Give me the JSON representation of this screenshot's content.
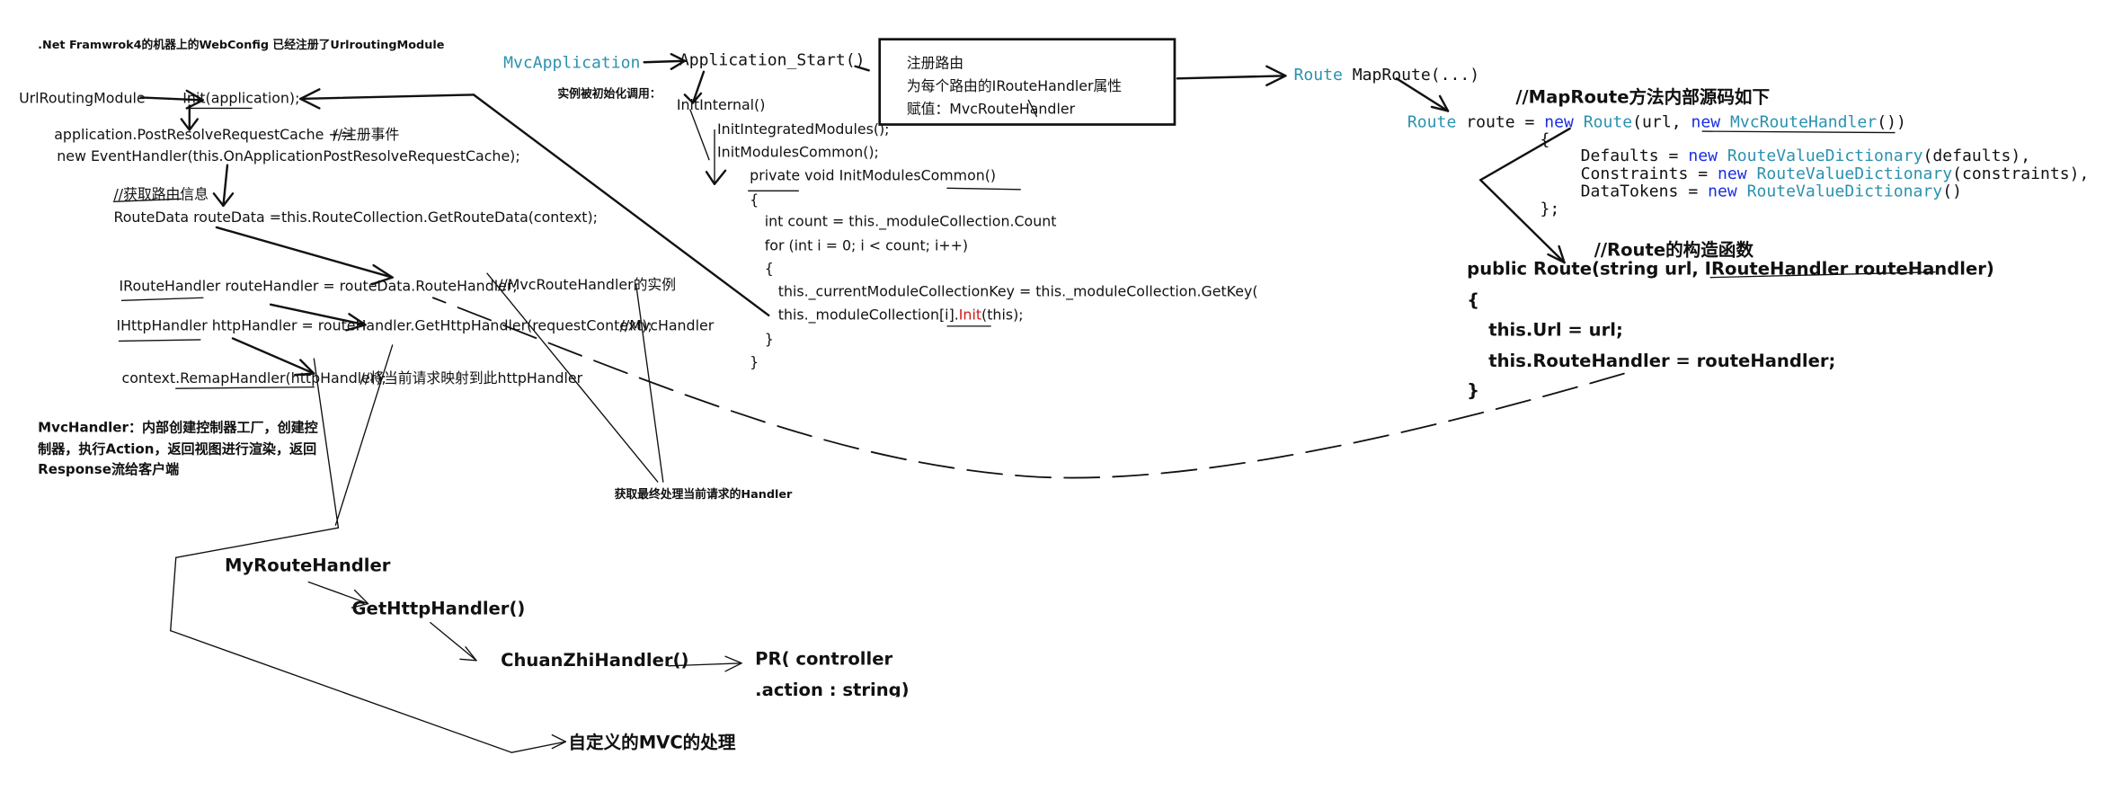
{
  "left": {
    "note_webconfig": ".Net Framwrok4的机器上的WebConfig 已经注册了UrlroutingModule",
    "urlroutingmodule": "UrlRoutingModule",
    "init_call": "Init(application);",
    "resolve_line": "application.PostResolveRequestCache +=",
    "register_comment": "//注册事件",
    "eventhandler_line": "new EventHandler(this.OnApplicationPostResolveRequestCache);",
    "get_route_comment": "//获取路由信息",
    "routedata_line": "RouteData routeData =this.RouteCollection.GetRouteData(context);",
    "routehandler_line": "IRouteHandler routeHandler = routeData.RouteHandler;",
    "routehandler_comment": "//MvcRouteHandler的实例",
    "httphandler_line": "IHttpHandler httpHandler = routeHandler.GetHttpHandler(requestContext);",
    "httphandler_comment": "//MvcHandler",
    "remap_line": "context.RemapHandler(httpHandler);",
    "remap_comment": "//将当前请求映射到此httpHandler",
    "mvchandler_note": [
      "MvcHandler：内部创建控制器工厂，创建控",
      "制器，执行Action，返回视图进行渲染，返回",
      "Response流给客户端"
    ]
  },
  "middle": {
    "mvcapplication": "MvcApplication",
    "application_start": "Application_Start()",
    "instance_note": "实例被初始化调用：",
    "initinternal": "InitInternal()",
    "initintegrated": "InitIntegratedModules();",
    "initmodulescommon_call": "InitModulesCommon();",
    "method_lines": [
      "private void InitModulesCommon()",
      "{",
      "int count = this._moduleCollection.Count",
      "for (int i = 0; i < count; i++)",
      "{",
      "this._currentModuleCollectionKey = this._moduleCollection.GetKey(",
      "this._moduleCollection[i].",
      "Init",
      "(this);",
      "}",
      "}"
    ],
    "box_lines": [
      "注册路由",
      "为每个路由的IRouteHandler属性",
      "赋值：MvcRouteHandler"
    ],
    "final_handler_note": "获取最终处理当前请求的Handler"
  },
  "right": {
    "maproute_type": "Route",
    "maproute_call": "MapRoute(...)",
    "maproute_comment": "//MapRoute方法内部源码如下",
    "route_decl": {
      "type": "Route",
      "var": " route = ",
      "new1": "new",
      "ctor": "Route",
      "args": "(url, ",
      "new2": "new",
      "handler": "MvcRouteHandler",
      "end": "())"
    },
    "brace_open": "{",
    "defaults_line": [
      "Defaults = ",
      "new",
      "RouteValueDictionary",
      "(defaults),"
    ],
    "constraints_line": [
      "Constraints = ",
      "new",
      "RouteValueDictionary",
      "(constraints),"
    ],
    "datatokens_line": [
      "DataTokens = ",
      "new",
      "RouteValueDictionary",
      "()"
    ],
    "brace_close": "};",
    "ctor_comment": "//Route的构造函数",
    "ctor_sig": "public Route(string url, IRouteHandler routeHandler)",
    "ctor_open": "{",
    "ctor_url": "this.Url = url;",
    "ctor_handler": "this.RouteHandler = routeHandler;",
    "ctor_close": "}"
  },
  "bottom": {
    "myroutehandler": "MyRouteHandler",
    "gethttphandler": "GetHttpHandler()",
    "chuanzhihandler": "ChuanZhiHandler()",
    "pr_line1": "PR(  controller",
    "pr_line2": ".action  :  string)",
    "custom_mvc": "自定义的MVC的处理"
  },
  "colors": {
    "keyword": "#1a2ee0",
    "type": "#2b91af",
    "highlight": "#d01818"
  }
}
